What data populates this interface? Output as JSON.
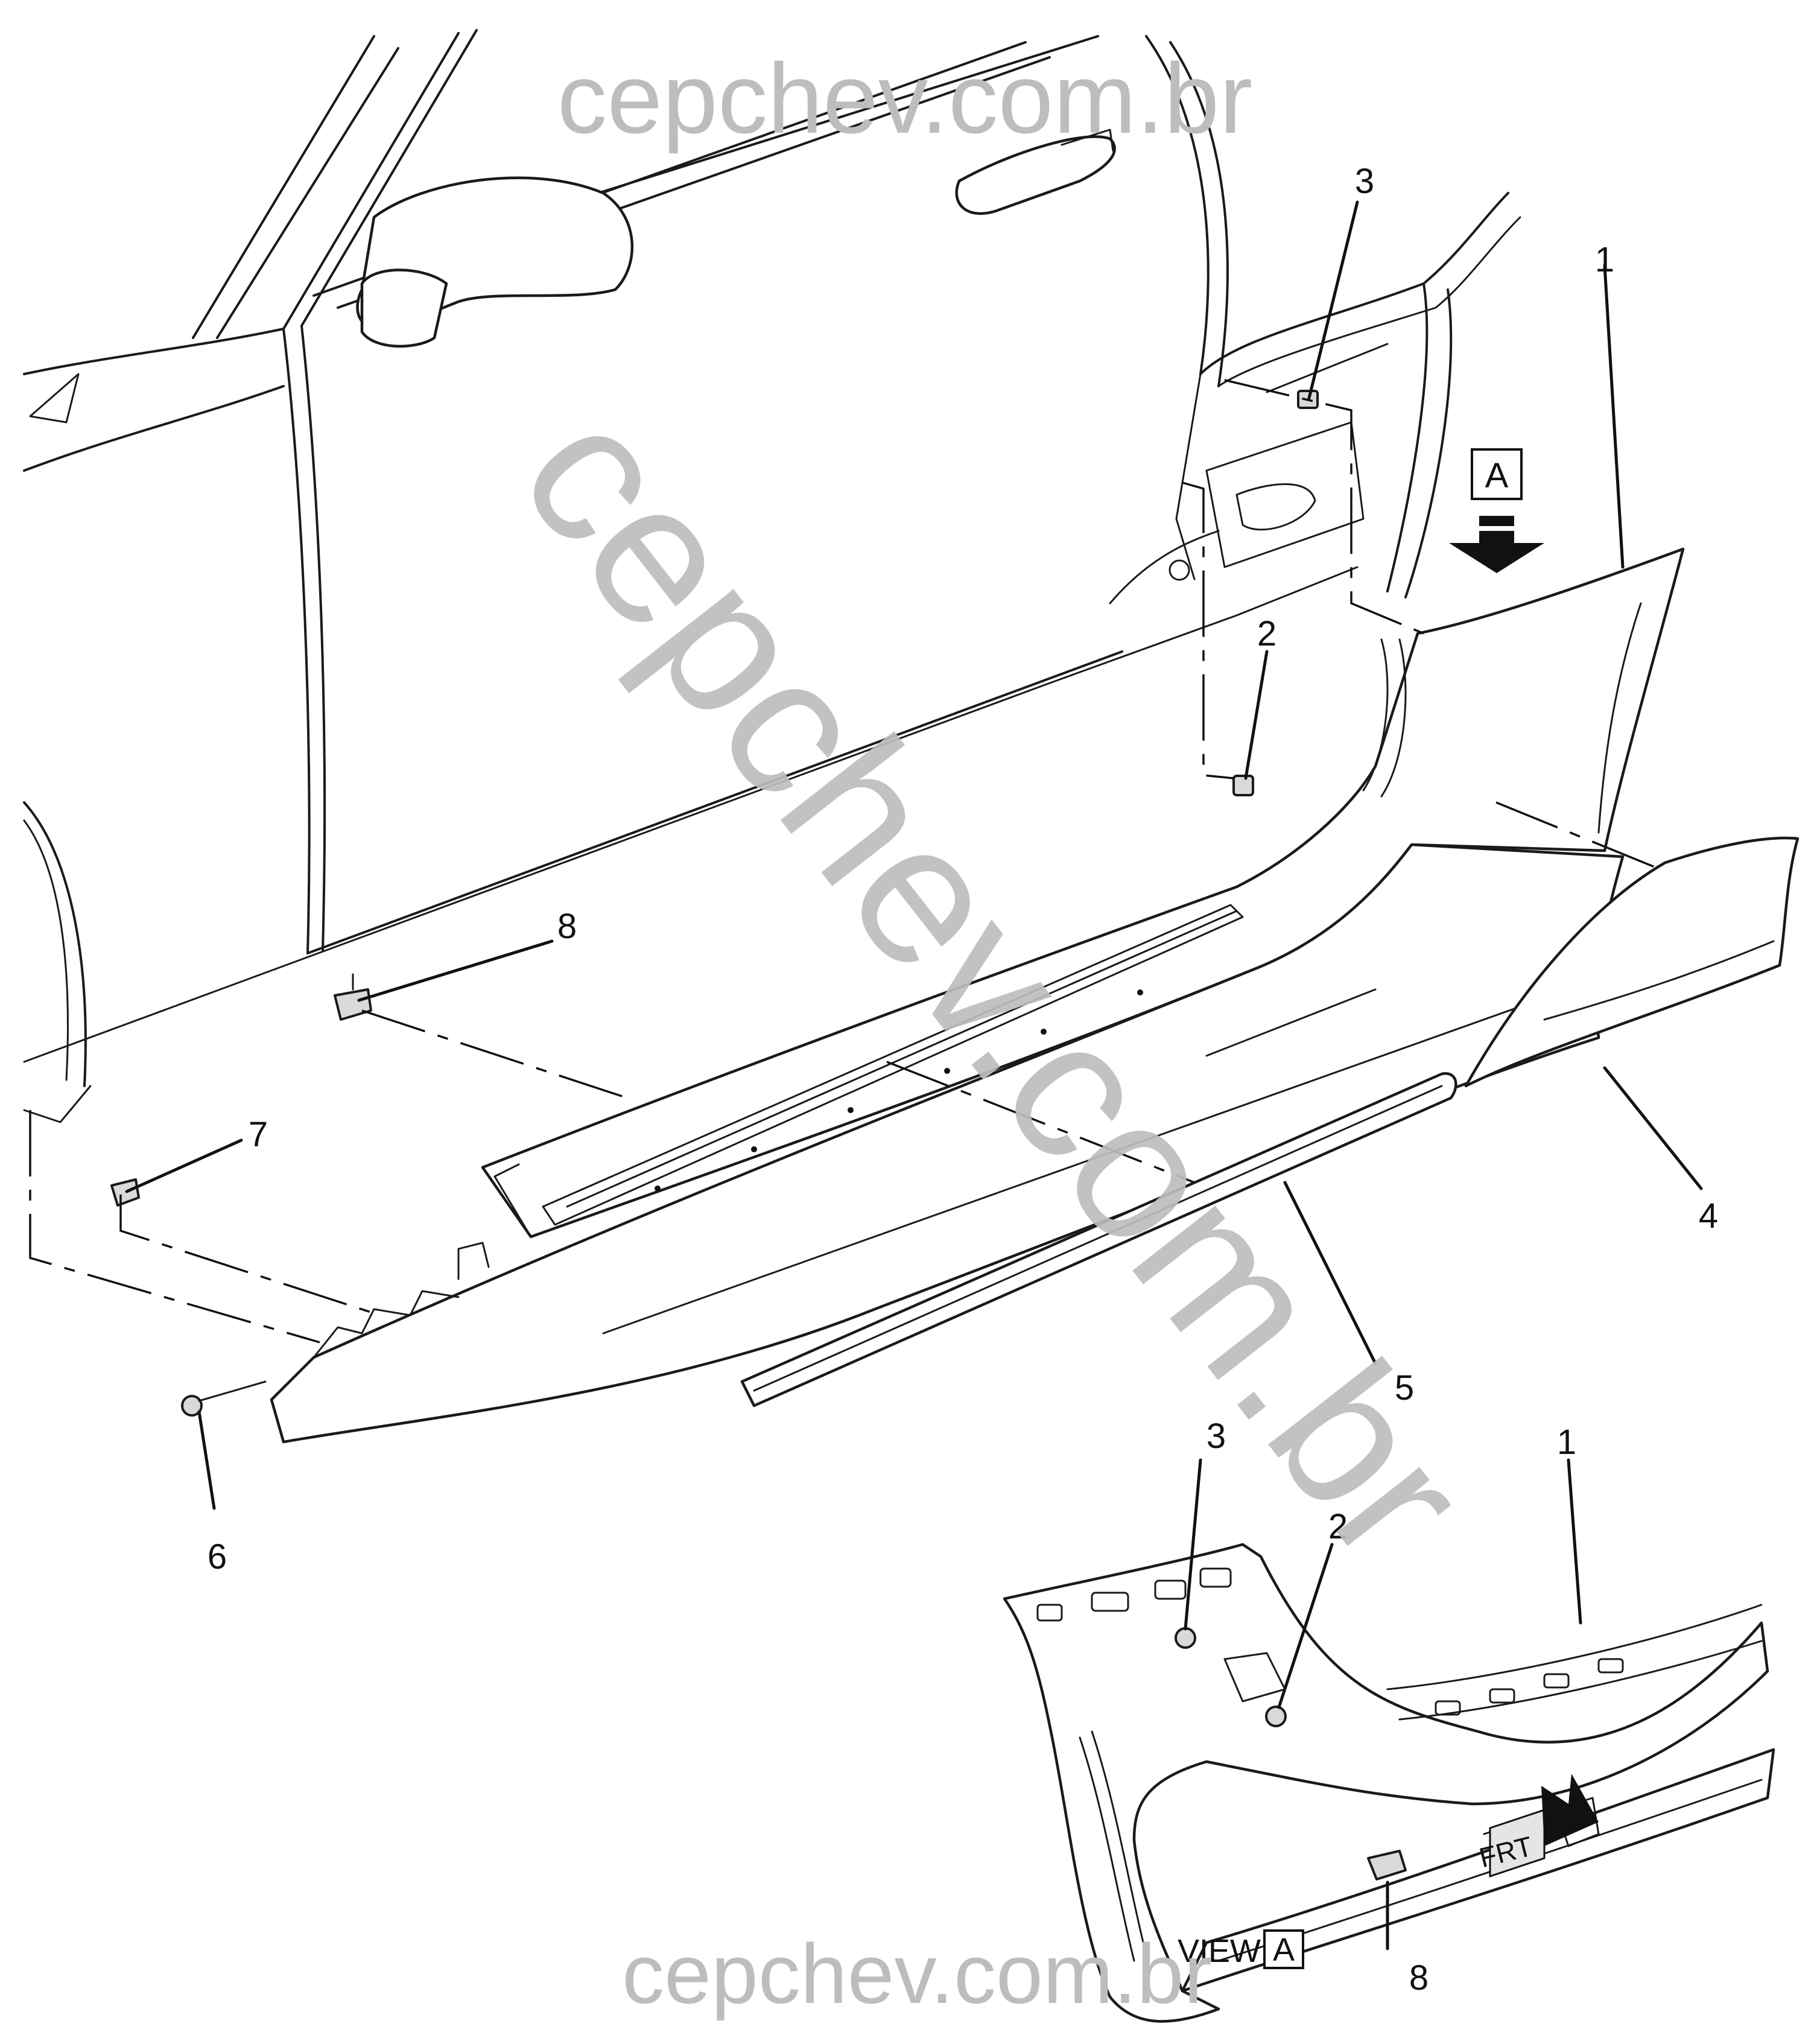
{
  "watermarks": {
    "top": "cepchev.com.br",
    "diagonal": "cepchev.com.br",
    "bottom": "cepchev.com.br"
  },
  "view_marker": {
    "letter": "A"
  },
  "view_label": {
    "prefix": "VIEW",
    "letter": "A"
  },
  "front_indicator": "FRT",
  "callouts": {
    "main": [
      "1",
      "2",
      "3",
      "4",
      "5",
      "6",
      "7",
      "8"
    ],
    "view": [
      "1",
      "2",
      "3",
      "8"
    ]
  }
}
